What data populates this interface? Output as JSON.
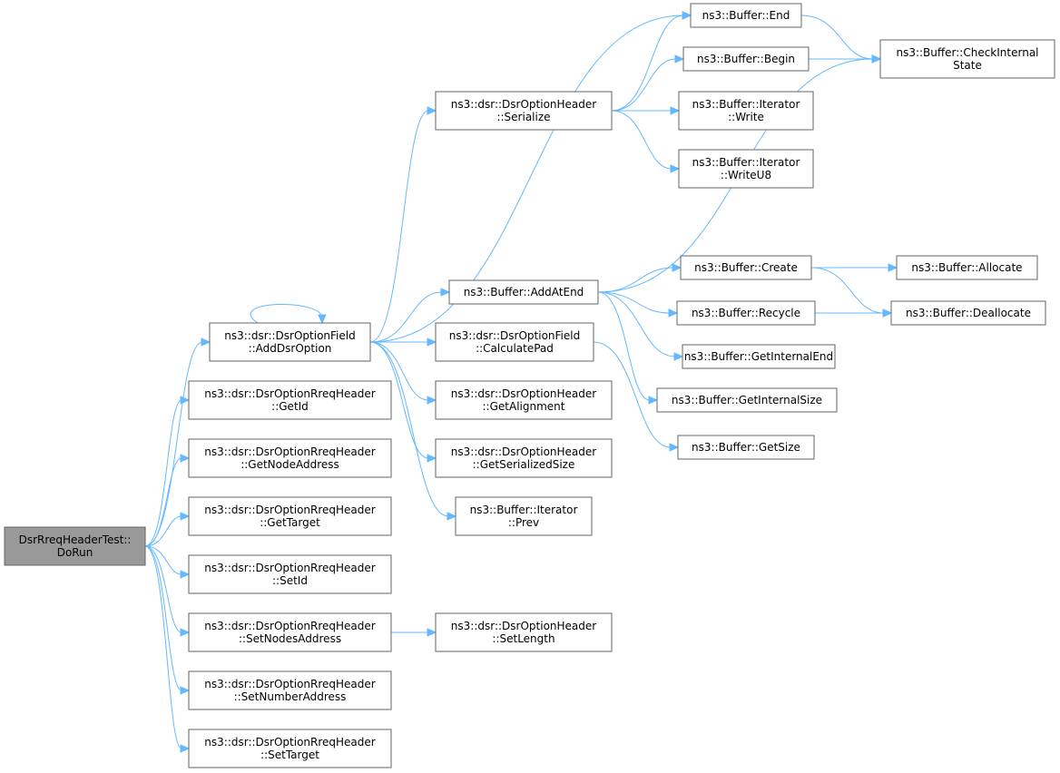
{
  "graph": {
    "root": "DsrRreqHeaderTest::\nDoRun",
    "nodes": {
      "root": "DsrRreqHeaderTest::\nDoRun",
      "adddsr": "ns3::dsr::DsrOptionField\n::AddDsrOption",
      "getid": "ns3::dsr::DsrOptionRreqHeader\n::GetId",
      "getnodeaddr": "ns3::dsr::DsrOptionRreqHeader\n::GetNodeAddress",
      "gettarget": "ns3::dsr::DsrOptionRreqHeader\n::GetTarget",
      "setid": "ns3::dsr::DsrOptionRreqHeader\n::SetId",
      "setnodesaddr": "ns3::dsr::DsrOptionRreqHeader\n::SetNodesAddress",
      "setnumaddr": "ns3::dsr::DsrOptionRreqHeader\n::SetNumberAddress",
      "settarget": "ns3::dsr::DsrOptionRreqHeader\n::SetTarget",
      "serialize": "ns3::dsr::DsrOptionHeader\n::Serialize",
      "addatend": "ns3::Buffer::AddAtEnd",
      "calcpad": "ns3::dsr::DsrOptionField\n::CalculatePad",
      "getalign": "ns3::dsr::DsrOptionHeader\n::GetAlignment",
      "getsersize": "ns3::dsr::DsrOptionHeader\n::GetSerializedSize",
      "prev": "ns3::Buffer::Iterator\n::Prev",
      "setlength": "ns3::dsr::DsrOptionHeader\n::SetLength",
      "end": "ns3::Buffer::End",
      "begin": "ns3::Buffer::Begin",
      "write": "ns3::Buffer::Iterator\n::Write",
      "writeu8": "ns3::Buffer::Iterator\n::WriteU8",
      "checkinternal": "ns3::Buffer::CheckInternal\nState",
      "create": "ns3::Buffer::Create",
      "recycle": "ns3::Buffer::Recycle",
      "getinternalend": "ns3::Buffer::GetInternalEnd",
      "getinternalsize": "ns3::Buffer::GetInternalSize",
      "getsize": "ns3::Buffer::GetSize",
      "allocate": "ns3::Buffer::Allocate",
      "deallocate": "ns3::Buffer::Deallocate"
    },
    "edges": [
      [
        "root",
        "adddsr"
      ],
      [
        "root",
        "getid"
      ],
      [
        "root",
        "getnodeaddr"
      ],
      [
        "root",
        "gettarget"
      ],
      [
        "root",
        "setid"
      ],
      [
        "root",
        "setnodesaddr"
      ],
      [
        "root",
        "setnumaddr"
      ],
      [
        "root",
        "settarget"
      ],
      [
        "adddsr",
        "adddsr"
      ],
      [
        "adddsr",
        "serialize"
      ],
      [
        "adddsr",
        "end"
      ],
      [
        "adddsr",
        "addatend"
      ],
      [
        "adddsr",
        "calcpad"
      ],
      [
        "adddsr",
        "getalign"
      ],
      [
        "adddsr",
        "getsersize"
      ],
      [
        "adddsr",
        "prev"
      ],
      [
        "setnodesaddr",
        "setlength"
      ],
      [
        "serialize",
        "end"
      ],
      [
        "serialize",
        "begin"
      ],
      [
        "serialize",
        "write"
      ],
      [
        "serialize",
        "writeu8"
      ],
      [
        "end",
        "checkinternal"
      ],
      [
        "begin",
        "checkinternal"
      ],
      [
        "addatend",
        "checkinternal"
      ],
      [
        "addatend",
        "create"
      ],
      [
        "addatend",
        "recycle"
      ],
      [
        "addatend",
        "getinternalend"
      ],
      [
        "addatend",
        "getinternalsize"
      ],
      [
        "calcpad",
        "getsize"
      ],
      [
        "create",
        "allocate"
      ],
      [
        "create",
        "deallocate"
      ],
      [
        "recycle",
        "deallocate"
      ]
    ]
  },
  "colors": {
    "edge": "#63b8ff",
    "root_fill": "#999999",
    "node_fill": "#ffffff",
    "node_border": "#666666"
  }
}
